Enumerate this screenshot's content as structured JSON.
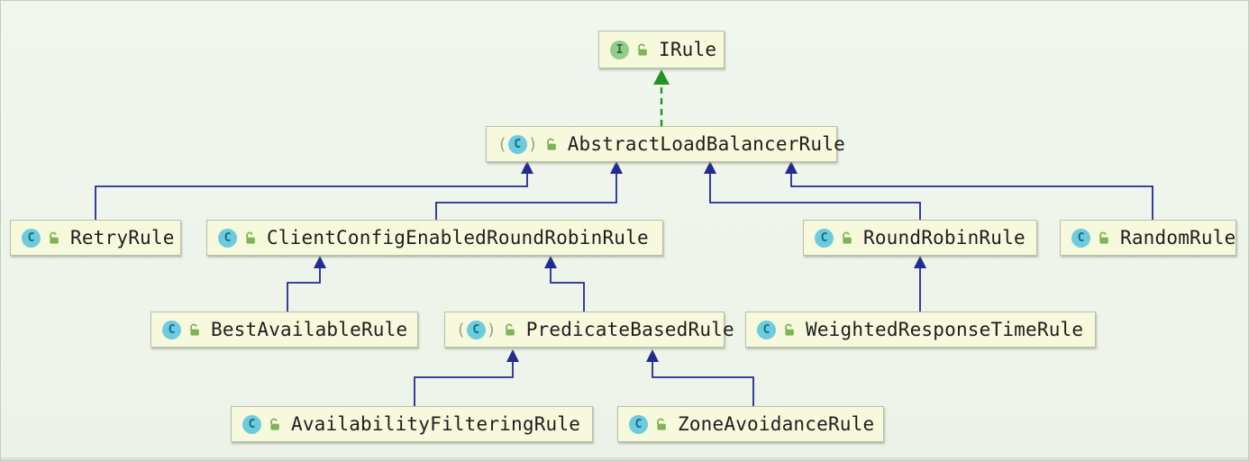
{
  "diagram": {
    "type": "uml-class-hierarchy",
    "nodes": [
      {
        "id": "IRule",
        "label": "IRule",
        "kind": "interface"
      },
      {
        "id": "AbstractLoadBalancerRule",
        "label": "AbstractLoadBalancerRule",
        "kind": "abstract-class"
      },
      {
        "id": "RetryRule",
        "label": "RetryRule",
        "kind": "class"
      },
      {
        "id": "ClientConfigEnabledRoundRobinRule",
        "label": "ClientConfigEnabledRoundRobinRule",
        "kind": "class"
      },
      {
        "id": "RoundRobinRule",
        "label": "RoundRobinRule",
        "kind": "class"
      },
      {
        "id": "RandomRule",
        "label": "RandomRule",
        "kind": "class"
      },
      {
        "id": "BestAvailableRule",
        "label": "BestAvailableRule",
        "kind": "class"
      },
      {
        "id": "PredicateBasedRule",
        "label": "PredicateBasedRule",
        "kind": "abstract-class"
      },
      {
        "id": "WeightedResponseTimeRule",
        "label": "WeightedResponseTimeRule",
        "kind": "class"
      },
      {
        "id": "AvailabilityFilteringRule",
        "label": "AvailabilityFilteringRule",
        "kind": "class"
      },
      {
        "id": "ZoneAvoidanceRule",
        "label": "ZoneAvoidanceRule",
        "kind": "class"
      }
    ],
    "edges": [
      {
        "from": "AbstractLoadBalancerRule",
        "to": "IRule",
        "type": "implements"
      },
      {
        "from": "RetryRule",
        "to": "AbstractLoadBalancerRule",
        "type": "extends"
      },
      {
        "from": "ClientConfigEnabledRoundRobinRule",
        "to": "AbstractLoadBalancerRule",
        "type": "extends"
      },
      {
        "from": "RoundRobinRule",
        "to": "AbstractLoadBalancerRule",
        "type": "extends"
      },
      {
        "from": "RandomRule",
        "to": "AbstractLoadBalancerRule",
        "type": "extends"
      },
      {
        "from": "BestAvailableRule",
        "to": "ClientConfigEnabledRoundRobinRule",
        "type": "extends"
      },
      {
        "from": "PredicateBasedRule",
        "to": "ClientConfigEnabledRoundRobinRule",
        "type": "extends"
      },
      {
        "from": "WeightedResponseTimeRule",
        "to": "RoundRobinRule",
        "type": "extends"
      },
      {
        "from": "AvailabilityFilteringRule",
        "to": "PredicateBasedRule",
        "type": "extends"
      },
      {
        "from": "ZoneAvoidanceRule",
        "to": "PredicateBasedRule",
        "type": "extends"
      }
    ],
    "colors": {
      "background": "#eef4ea",
      "node_fill": "#f6f9db",
      "node_border": "#b9bfa9",
      "extends_arrow": "#222b91",
      "implements_arrow": "#1f941f",
      "class_icon": "#6ecbde",
      "interface_icon": "#94cb8e",
      "lock_icon": "#7fb357"
    }
  }
}
